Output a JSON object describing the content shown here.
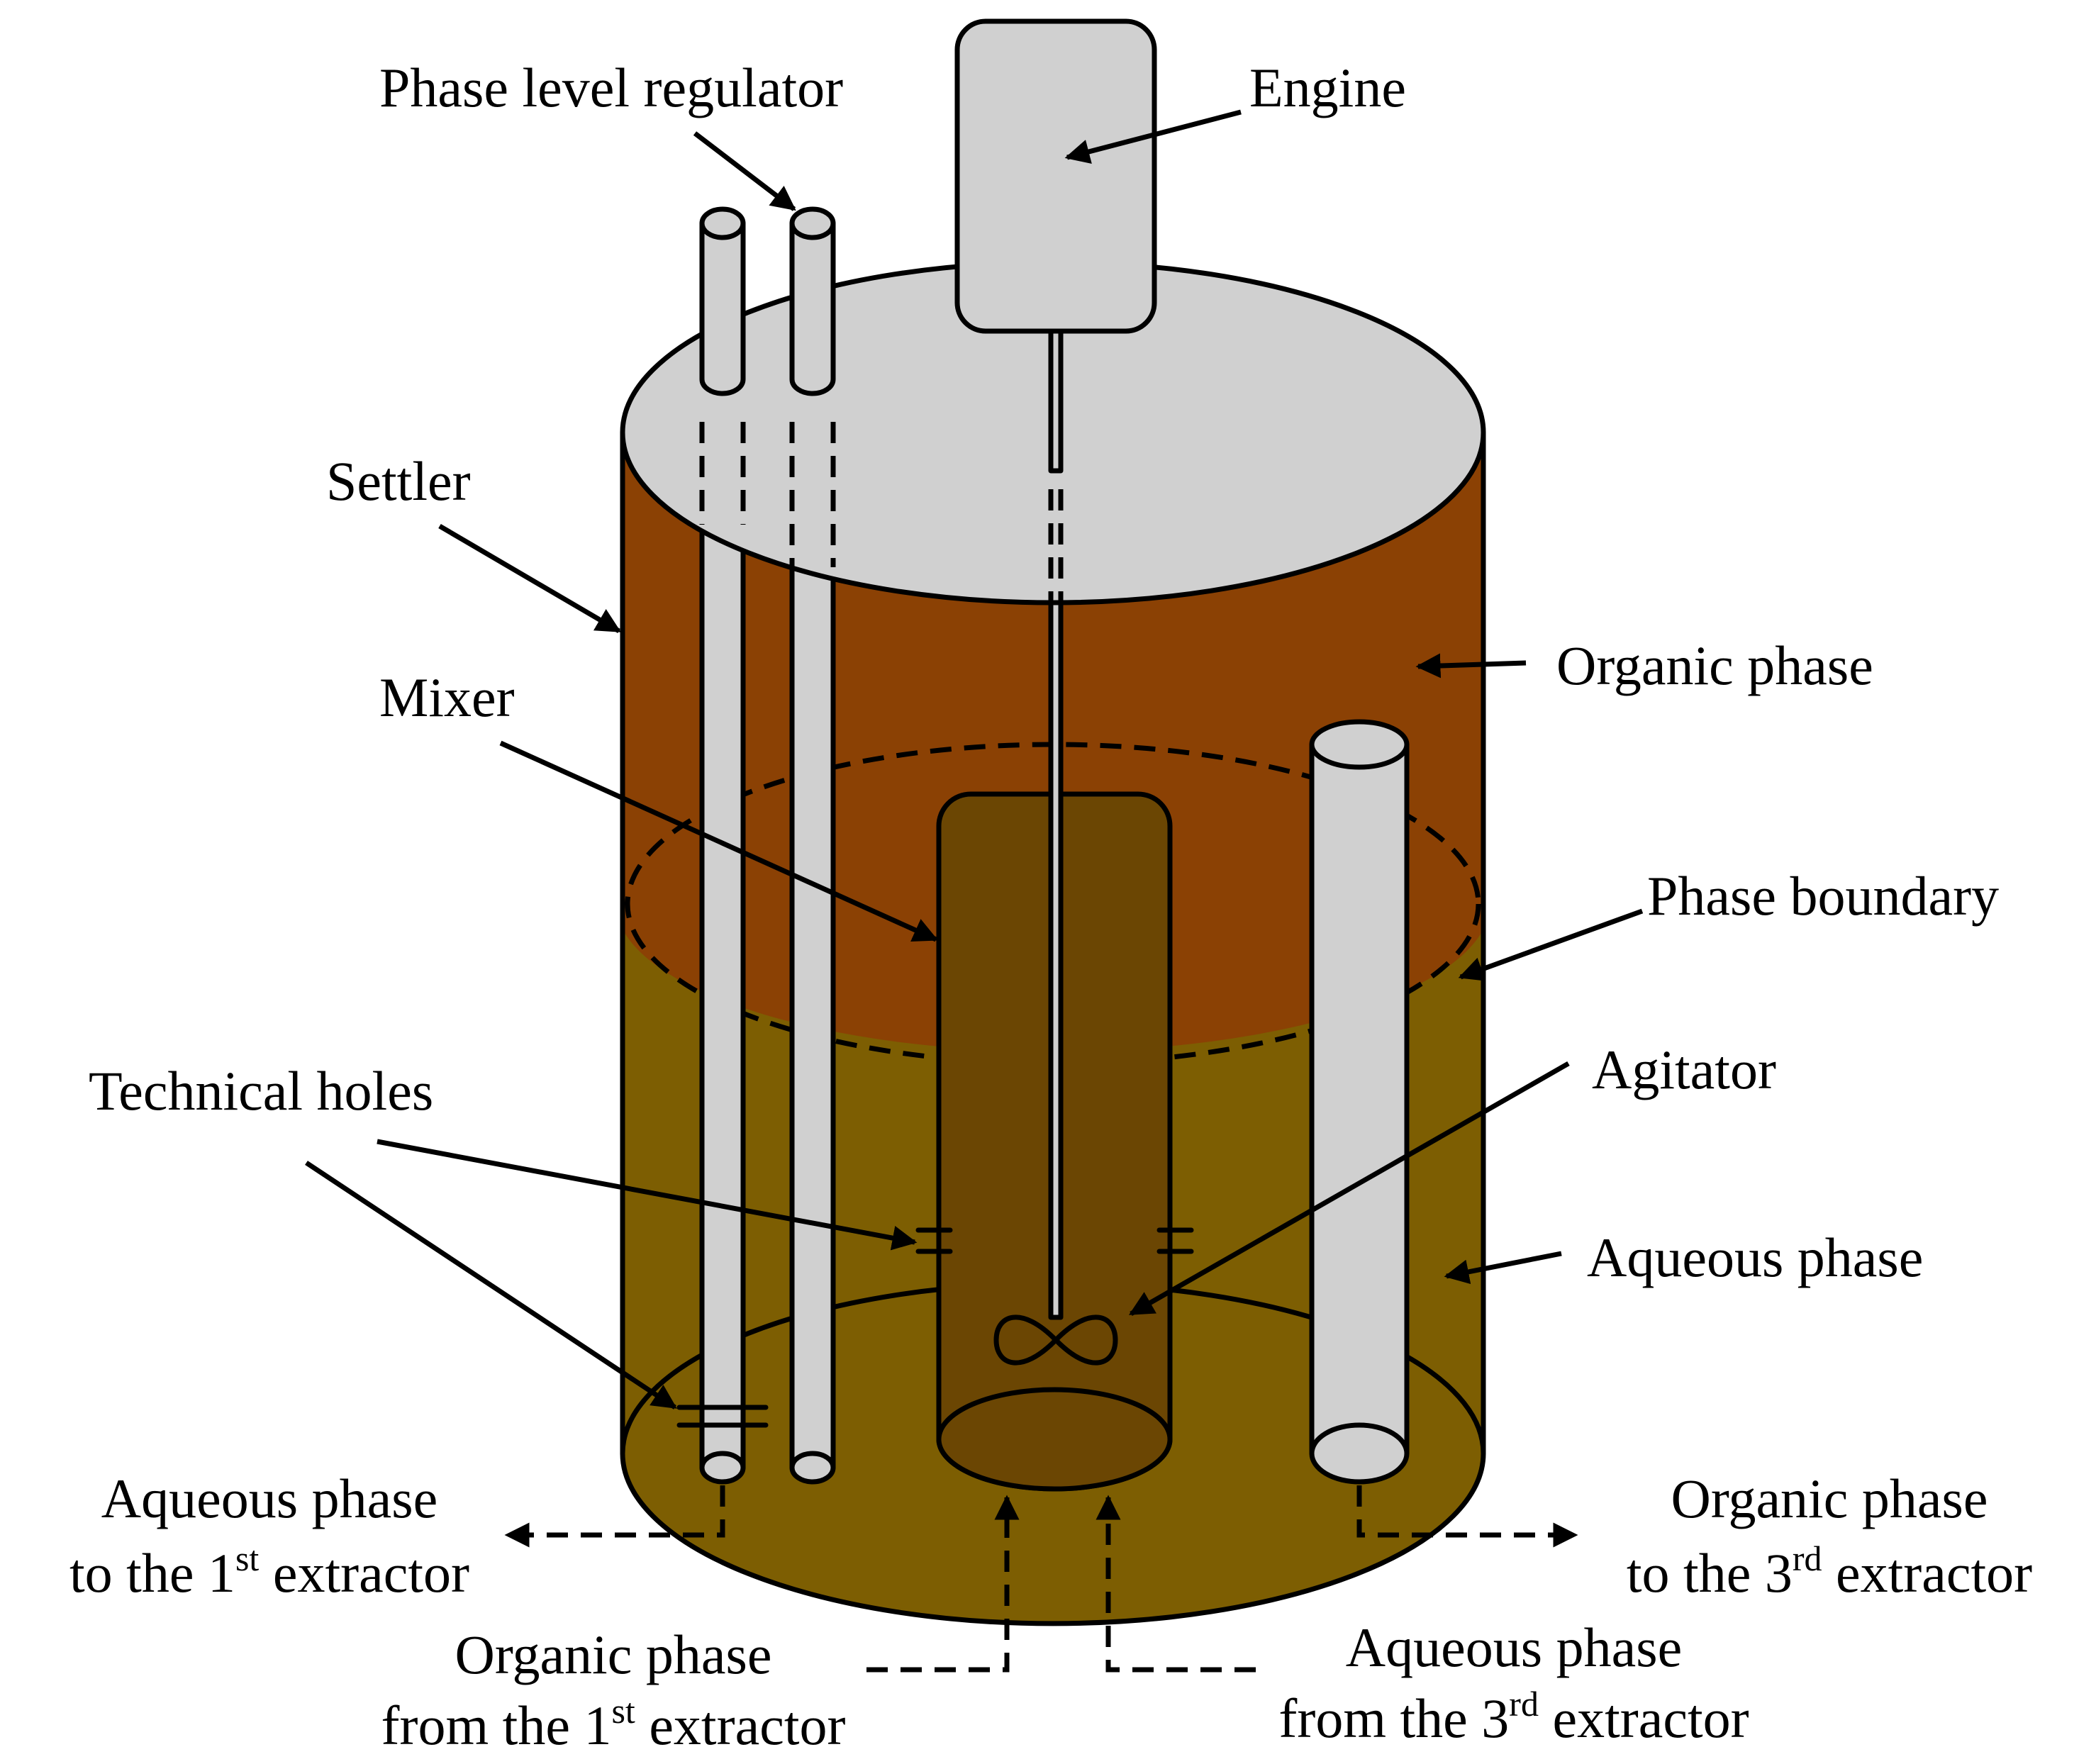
{
  "labels": {
    "phase_level_regulator": "Phase level regulator",
    "engine": "Engine",
    "settler": "Settler",
    "mixer": "Mixer",
    "organic_phase": "Organic phase",
    "phase_boundary": "Phase boundary",
    "agitator": "Agitator",
    "technical_holes": "Technical holes",
    "aqueous_phase": "Aqueous phase",
    "out_aqueous": {
      "line1": "Aqueous phase",
      "line2_pre": "to the 1",
      "line2_sup": "st",
      "line2_post": " extractor"
    },
    "out_organic": {
      "line1": "Organic phase",
      "line2_pre": "to the 3",
      "line2_sup": "rd",
      "line2_post": " extractor"
    },
    "in_organic": {
      "line1": "Organic phase",
      "line2_pre": "from the 1",
      "line2_sup": "st",
      "line2_post": " extractor"
    },
    "in_aqueous": {
      "line1": "Aqueous phase",
      "line2_pre": "from the 3",
      "line2_sup": "rd",
      "line2_post": " extractor"
    }
  },
  "colors": {
    "organic_phase": "#8B4104",
    "aqueous_phase": "#7D5E02",
    "mixer": "#6B4603",
    "tube_gray": "#D0D0D0",
    "lid_gray": "#D0D0D0",
    "outline": "#000000"
  }
}
